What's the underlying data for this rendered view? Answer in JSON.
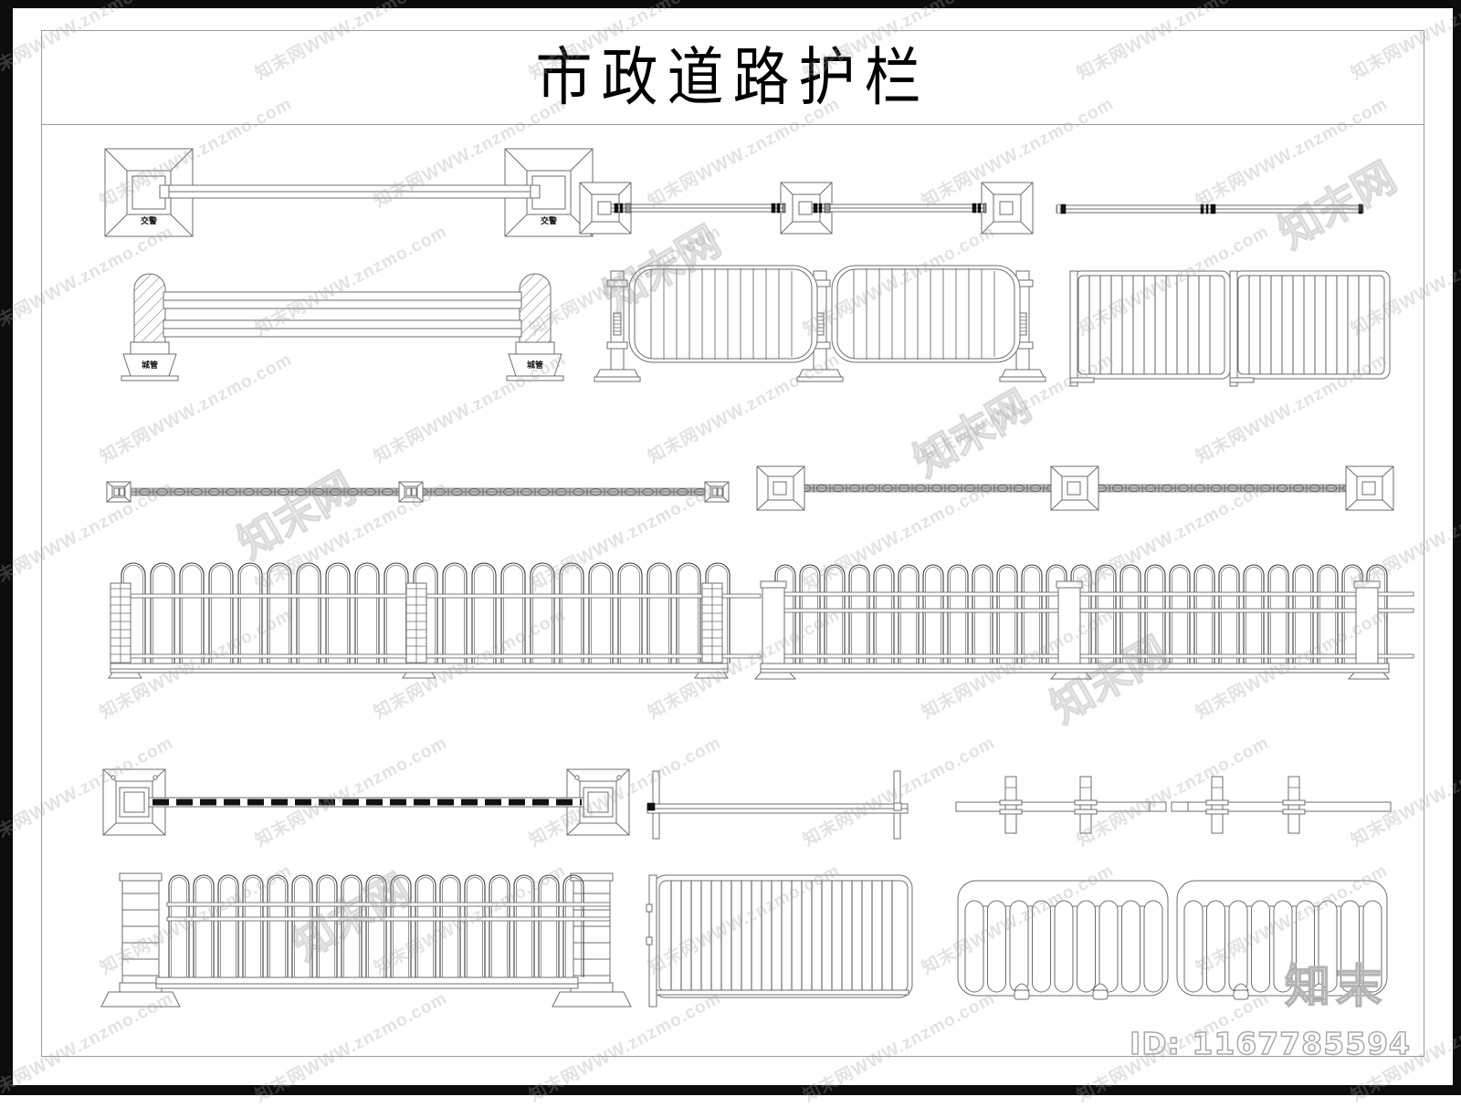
{
  "sheet": {
    "title": "市政道路护栏",
    "id_label": "ID: 1167785594",
    "logo_text": "知末",
    "border_color": "#0c0c0c",
    "frame_color": "#9a9a9a",
    "line_color": "#6e6e6e",
    "background": "#ffffff"
  },
  "watermarks": {
    "url_text": "WWW.znzmo.com",
    "brand_text": "知末网",
    "combined": "知末网WWW.znzmo.com"
  },
  "labels": {
    "traffic_police": "交警",
    "urban_management": "城管"
  },
  "rows": [
    {
      "row_index": 1,
      "items": [
        {
          "name": "barrier-gate-plan-two-base",
          "caption": "交警",
          "view": "plan",
          "bases": 2,
          "rails": 1
        },
        {
          "name": "barrier-rail-plan-three-base",
          "caption": "",
          "view": "plan",
          "bases": 3,
          "rails": 2
        },
        {
          "name": "simple-rail-plan",
          "caption": "",
          "view": "plan",
          "bases": 0,
          "rails": 1
        }
      ]
    },
    {
      "row_index": 2,
      "items": [
        {
          "name": "double-rail-barrier-elevation",
          "caption": "城管",
          "view": "elevation",
          "posts": 2,
          "rails": 3
        },
        {
          "name": "water-filled-barrier-elevation",
          "caption": "",
          "view": "elevation",
          "panels": 2,
          "ribs": 13
        },
        {
          "name": "crowd-control-fence-elevation",
          "caption": "",
          "view": "elevation",
          "panels": 2,
          "bars": 13
        }
      ]
    },
    {
      "row_index": 3,
      "items": [
        {
          "name": "chain-barrier-plan-small-base",
          "caption": "",
          "view": "plan",
          "bases": 3,
          "links": 34
        },
        {
          "name": "chain-barrier-plan-large-base",
          "caption": "",
          "view": "plan",
          "bases": 3,
          "links": 36
        },
        {
          "name": "arched-fence-ladder-post-elevation",
          "caption": "",
          "view": "elevation",
          "arches": 20,
          "posts": 3
        },
        {
          "name": "arched-fence-dense-elevation",
          "caption": "",
          "view": "elevation",
          "arches": 24,
          "posts": 3
        }
      ]
    },
    {
      "row_index": 4,
      "items": [
        {
          "name": "dashed-rail-barrier-plan",
          "caption": "",
          "view": "plan",
          "bases": 2,
          "dashes": 20
        },
        {
          "name": "flat-barrier-plan",
          "caption": "",
          "view": "plan",
          "posts": 2
        },
        {
          "name": "post-rail-plan",
          "caption": "",
          "view": "plan",
          "posts": 4
        },
        {
          "name": "arched-fence-stone-column-elevation",
          "caption": "",
          "view": "elevation",
          "arches": 17,
          "columns": 2
        },
        {
          "name": "bar-fence-panel-elevation",
          "caption": "",
          "view": "elevation",
          "bars": 25
        },
        {
          "name": "plastic-barrier-elevation",
          "caption": "",
          "view": "elevation",
          "panels": 2,
          "slots": 9
        }
      ]
    }
  ]
}
